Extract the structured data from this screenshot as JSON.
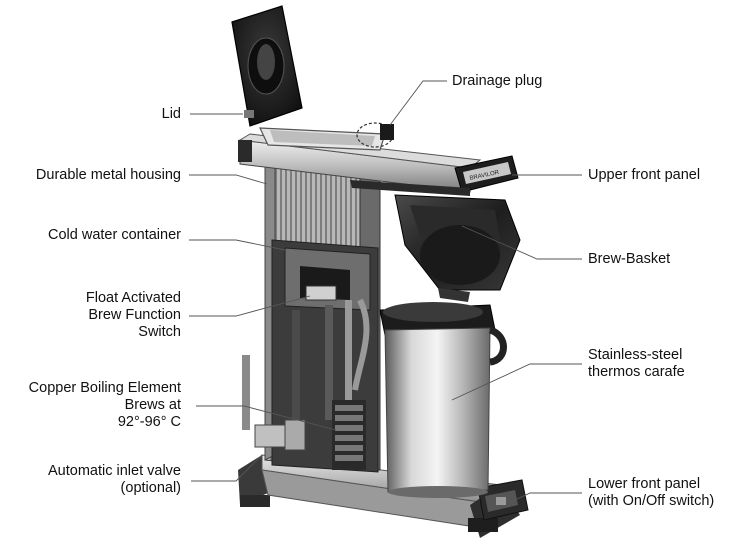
{
  "labels": {
    "lid": "Lid",
    "housing": "Durable metal housing",
    "cold_water": "Cold water container",
    "float_1": "Float Activated",
    "float_2": "Brew Function",
    "float_3": "Switch",
    "copper_1": "Copper Boiling Element",
    "copper_2": "Brews at",
    "copper_3": "92°-96° C",
    "inlet_1": "Automatic inlet valve",
    "inlet_2": "(optional)",
    "drainage": "Drainage plug",
    "upper_panel": "Upper front panel",
    "brew_basket": "Brew-Basket",
    "carafe_1": "Stainless-steel",
    "carafe_2": "thermos carafe",
    "lower_1": "Lower front panel",
    "lower_2": "(with On/Off switch)",
    "brand": "BRAVILOR"
  },
  "colors": {
    "text": "#111111",
    "leader": "#555555"
  }
}
